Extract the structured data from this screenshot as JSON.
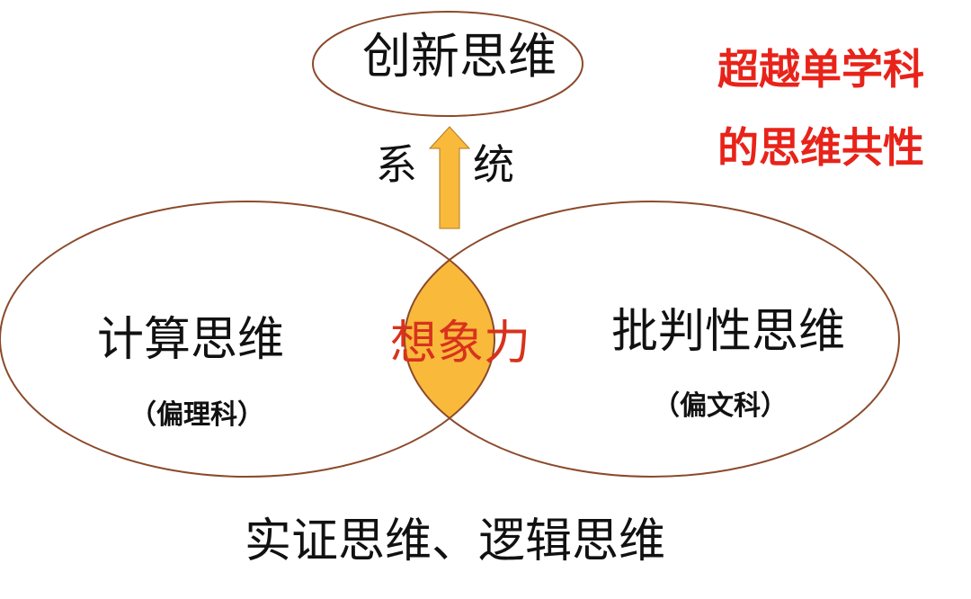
{
  "top_node": {
    "label": "创新思维"
  },
  "arrow": {
    "left_label": "系",
    "right_label": "统"
  },
  "left_circle": {
    "label": "计算思维",
    "sublabel": "（偏理科）"
  },
  "right_circle": {
    "label": "批判性思维",
    "sublabel": "（偏文科）"
  },
  "intersection": {
    "label": "想象力"
  },
  "side_note": {
    "line1": "超越单学科",
    "line2": "的思维共性"
  },
  "bottom_caption": "实证思维、逻辑思维",
  "colors": {
    "outline": "#8b4a2b",
    "intersection_fill": "#f9b93b",
    "arrow_fill": "#f9b93b",
    "accent_red": "#e8231a",
    "intersection_text": "#d8321c"
  }
}
